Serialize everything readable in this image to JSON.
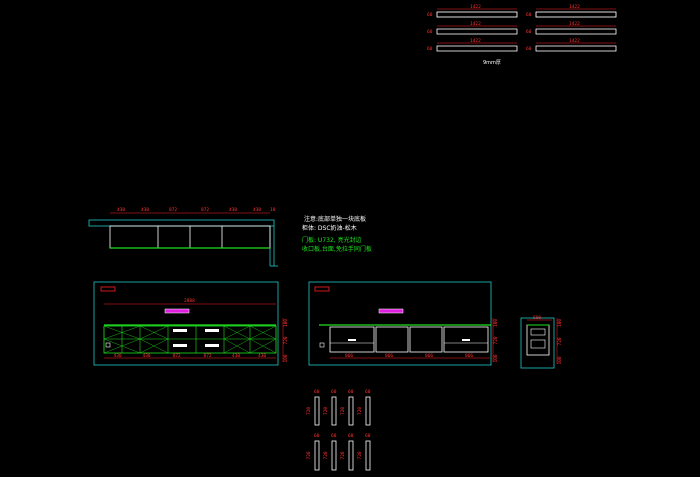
{
  "colors": {
    "background": "#000000",
    "outline_cyan": "#20c8c8",
    "dim_red": "#ff2020",
    "green": "#20e020",
    "white": "#ffffff",
    "magenta": "#e020e0"
  },
  "top_panels": {
    "width_label": "1422",
    "height_label": "60",
    "caption": "9mm厚"
  },
  "notes": {
    "line1": "注意:底部单独一块底板",
    "line2": "柜体: DSC奶油-松木",
    "line3": "门板: U732, 亮光封边",
    "line4": "收口板,台面,免拉手同门板"
  },
  "upper_elevation": {
    "dims": [
      "430",
      "430",
      "872",
      "872",
      "430",
      "430"
    ],
    "right_dim": "18"
  },
  "lower_elevation_left": {
    "total_dim": "2888",
    "dims": [
      "430",
      "430",
      "872",
      "872",
      "430",
      "430"
    ],
    "side_dims": [
      "100",
      "720",
      "100"
    ]
  },
  "lower_elevation_right": {
    "dims": [
      "866",
      "866",
      "866",
      "866"
    ],
    "side_dims": [
      "100",
      "720",
      "100"
    ]
  },
  "side_view": {
    "top_dim": "600",
    "side_dims": [
      "100",
      "720",
      "100"
    ]
  },
  "small_parts": {
    "width_label": "60",
    "height_label": "720",
    "count": 8
  }
}
